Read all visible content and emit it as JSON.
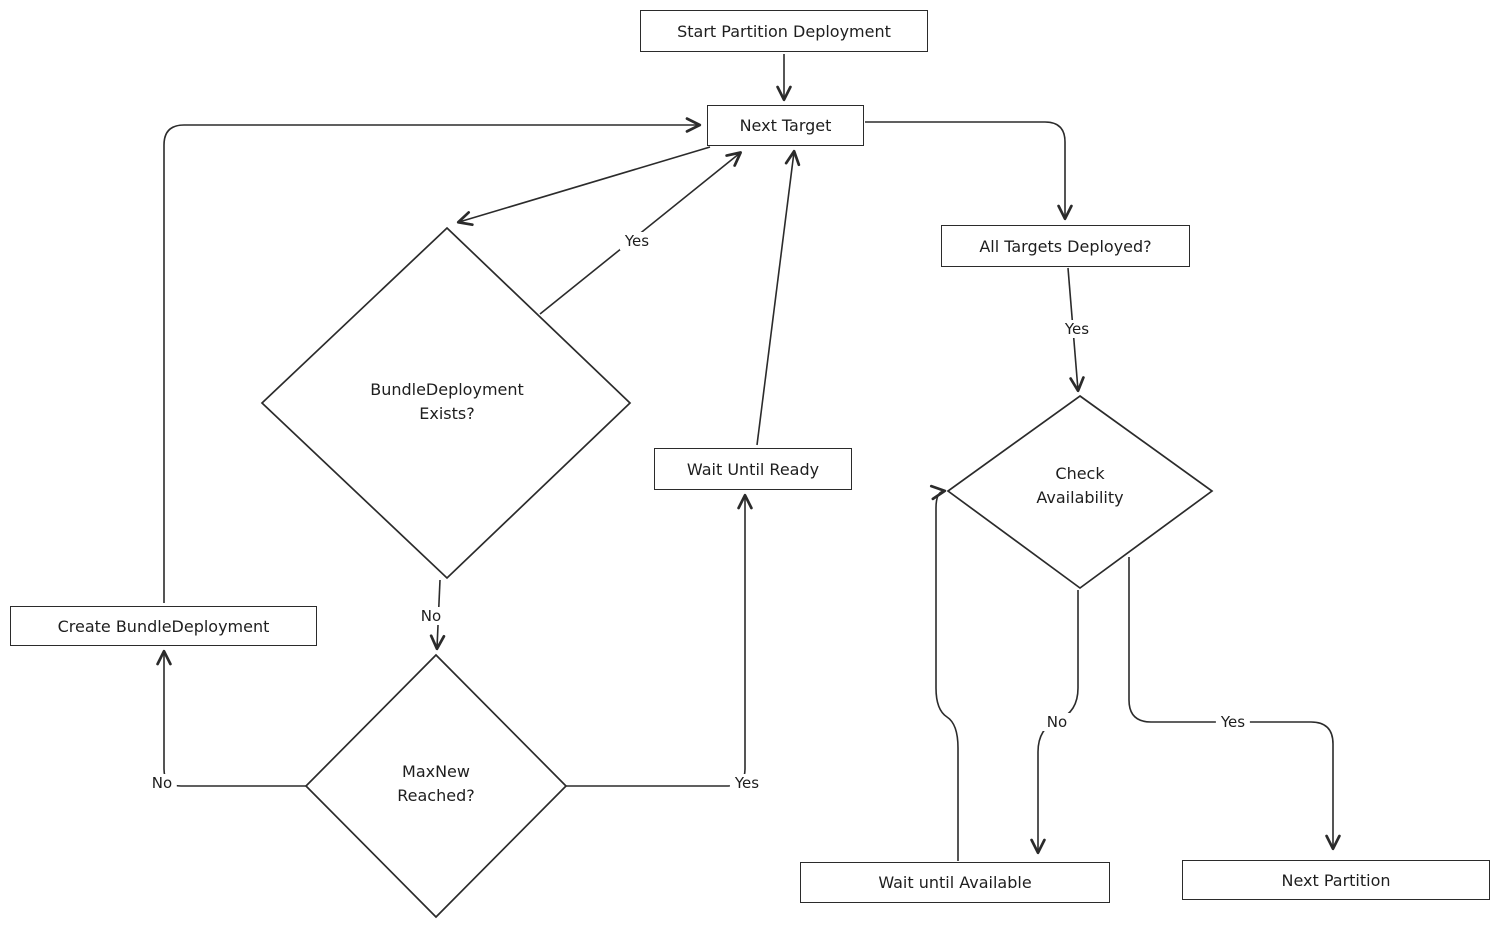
{
  "nodes": {
    "start": "Start Partition Deployment",
    "next_target": "Next Target",
    "all_targets_deployed": "All Targets Deployed?",
    "bundle_deployment_exists": "BundleDeployment\nExists?",
    "wait_until_ready": "Wait Until Ready",
    "create_bundle_deployment": "Create BundleDeployment",
    "maxnew_reached": "MaxNew\nReached?",
    "check_availability": "Check\nAvailability",
    "wait_until_available": "Wait until Available",
    "next_partition": "Next Partition"
  },
  "edge_labels": {
    "bundle_exists_yes": "Yes",
    "bundle_exists_no": "No",
    "maxnew_no": "No",
    "maxnew_yes": "Yes",
    "all_targets_yes": "Yes",
    "availability_no": "No",
    "availability_yes": "Yes"
  },
  "colors": {
    "stroke": "#2b2b2b",
    "text": "#1e1e1e",
    "background": "#ffffff"
  }
}
